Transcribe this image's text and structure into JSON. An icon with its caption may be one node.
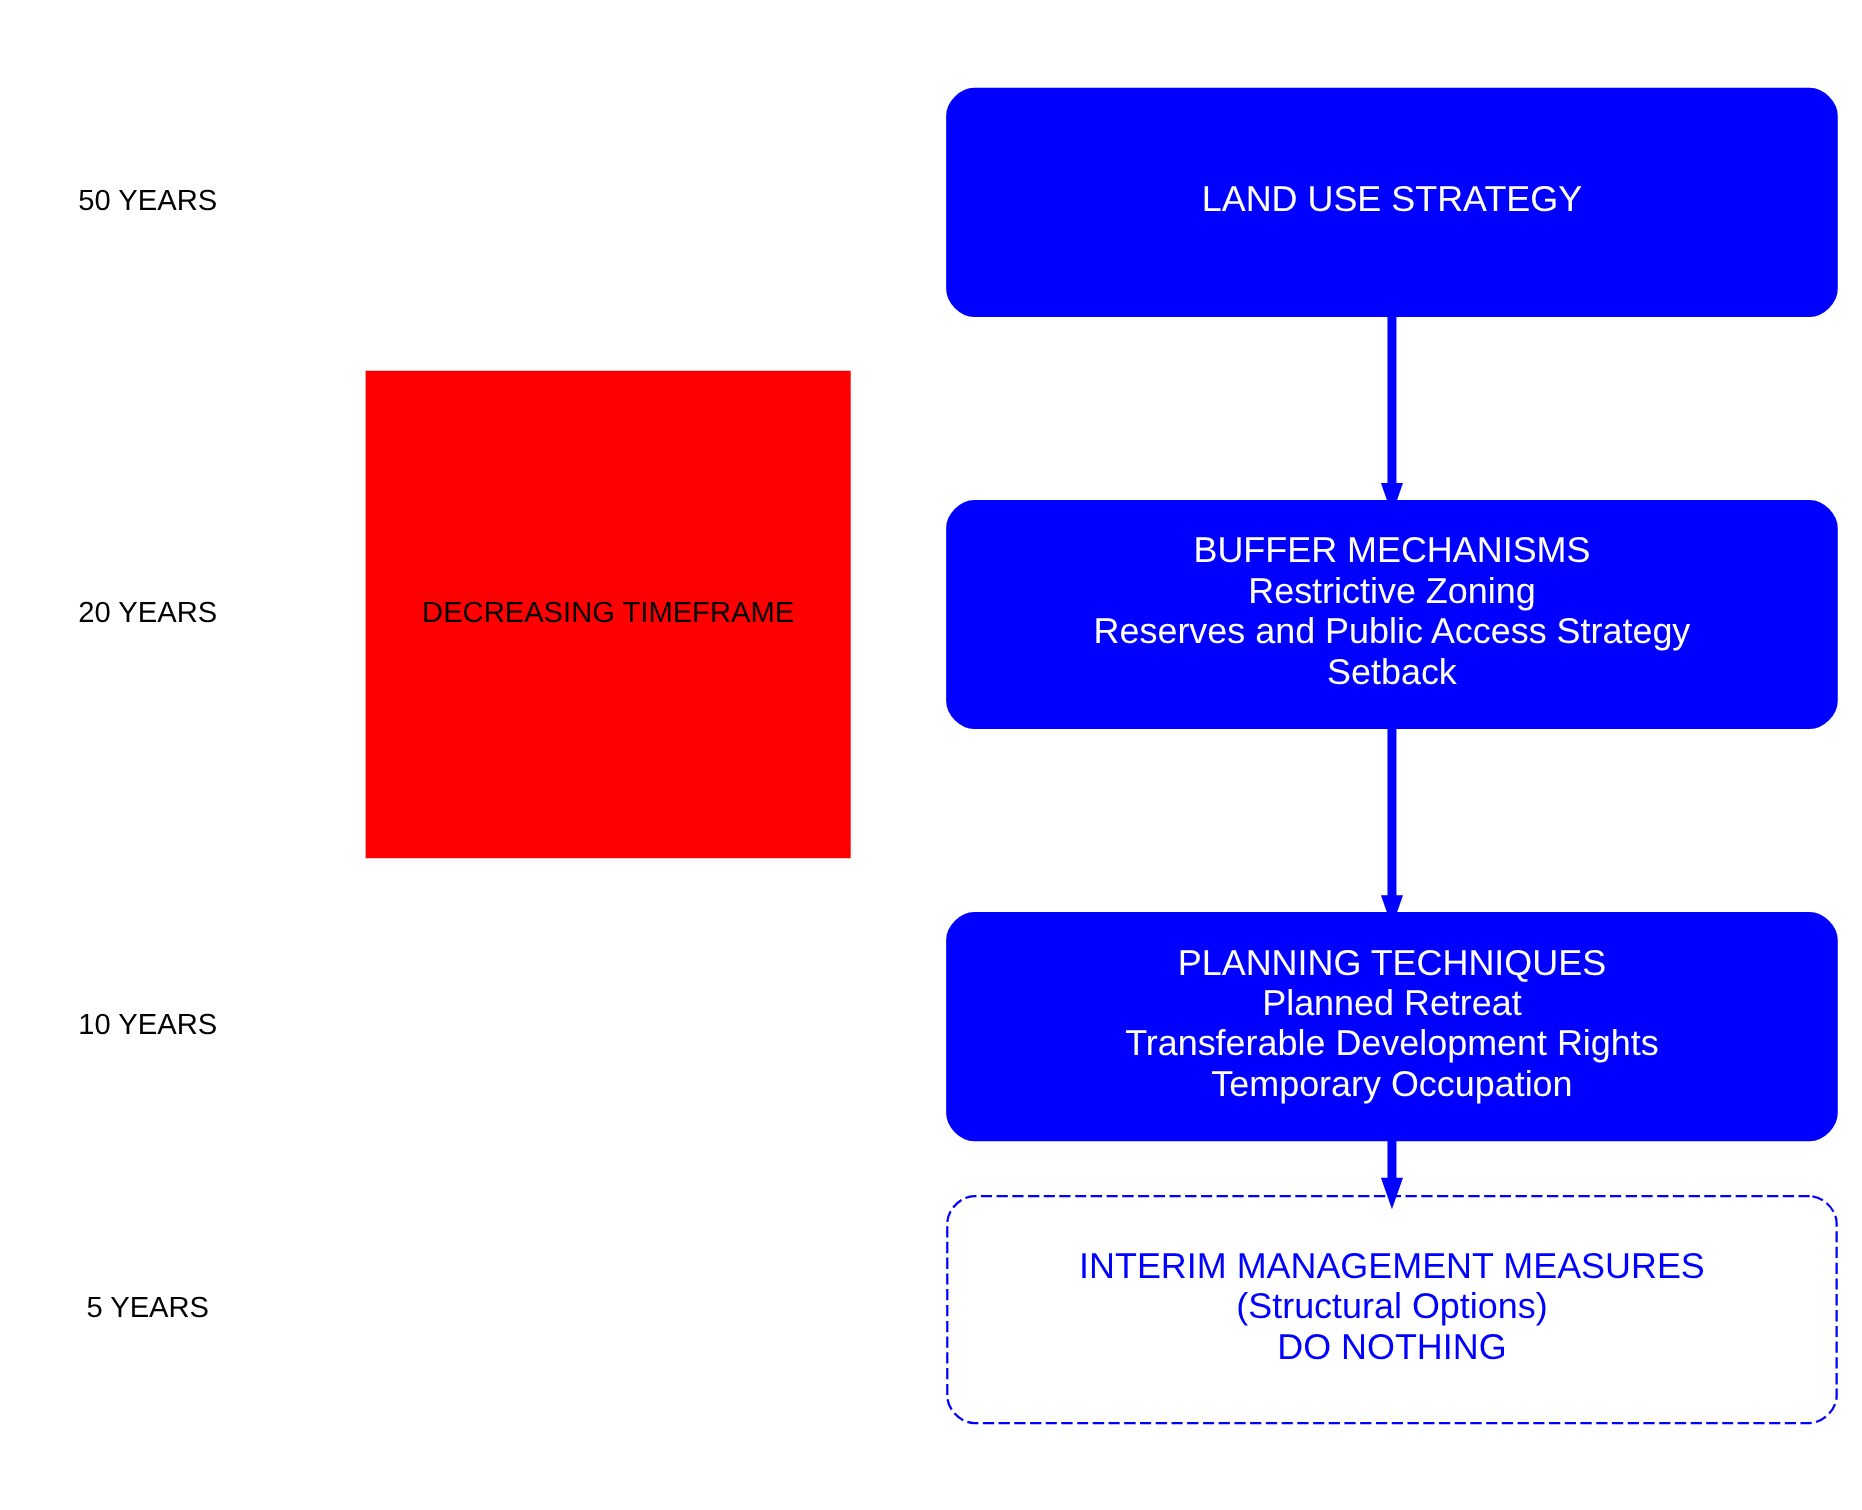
{
  "diagram": {
    "nodes": [
      {
        "text": [
          "LAND USE STRATEGY"
        ]
      },
      {
        "text": [
          "BUFFER MECHANISMS",
          "Restrictive Zoning",
          "Reserves and Public Access Strategy",
          "Setback"
        ]
      },
      {
        "text": [
          "PLANNING TECHNIQUES",
          "Planned Retreat",
          "Transferable Development Rights",
          "Temporary Occupation"
        ]
      },
      {
        "text": [
          "INTERIM MANAGEMENT MEASURES",
          "(Structural Options)",
          "DO NOTHING"
        ]
      }
    ],
    "edges": [
      {
        "from": 0,
        "to": 1,
        "arrow": "to"
      },
      {
        "from": 1,
        "to": 2,
        "arrow": "to"
      },
      {
        "from": 2,
        "to": 3,
        "arrow": "to"
      }
    ],
    "labels": [
      "50 YEARS",
      "20 YEARS",
      "10 YEARS",
      "5 YEARS",
      "DECREASING TIMEFRAME"
    ]
  }
}
